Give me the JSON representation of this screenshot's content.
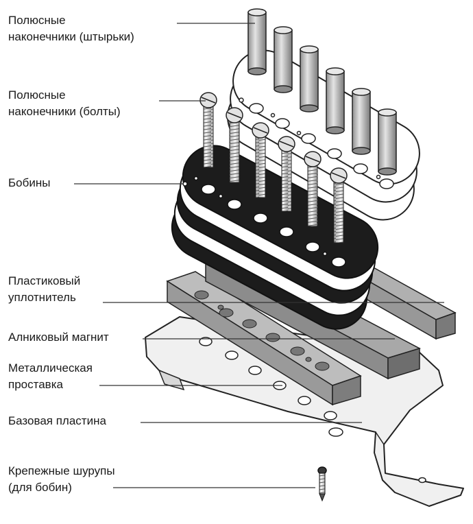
{
  "labels": {
    "pole_slugs": "Полюсные\nнаконечники (штырьки)",
    "pole_screws": "Полюсные\nнаконечники (болты)",
    "bobbins": "Бобины",
    "plastic_spacer": "Пластиковый\nуплотнитель",
    "alnico_magnet": "Алниковый магнит",
    "metal_spacer": "Металлическая\nпроставка",
    "base_plate": "Базовая пластина",
    "mount_screws": "Крепежные шурупы\n(для бобин)"
  },
  "colors": {
    "background": "#ffffff",
    "text": "#1a1a1a",
    "leader": "#333333",
    "outline": "#222222",
    "bobbin_dark": "#1c1c1c",
    "magnet_gray": "#8c8c8c",
    "spacer_gray": "#a3a3a3",
    "plate_light": "#f0f0f0",
    "pole_slug": "#cfcfcf"
  }
}
